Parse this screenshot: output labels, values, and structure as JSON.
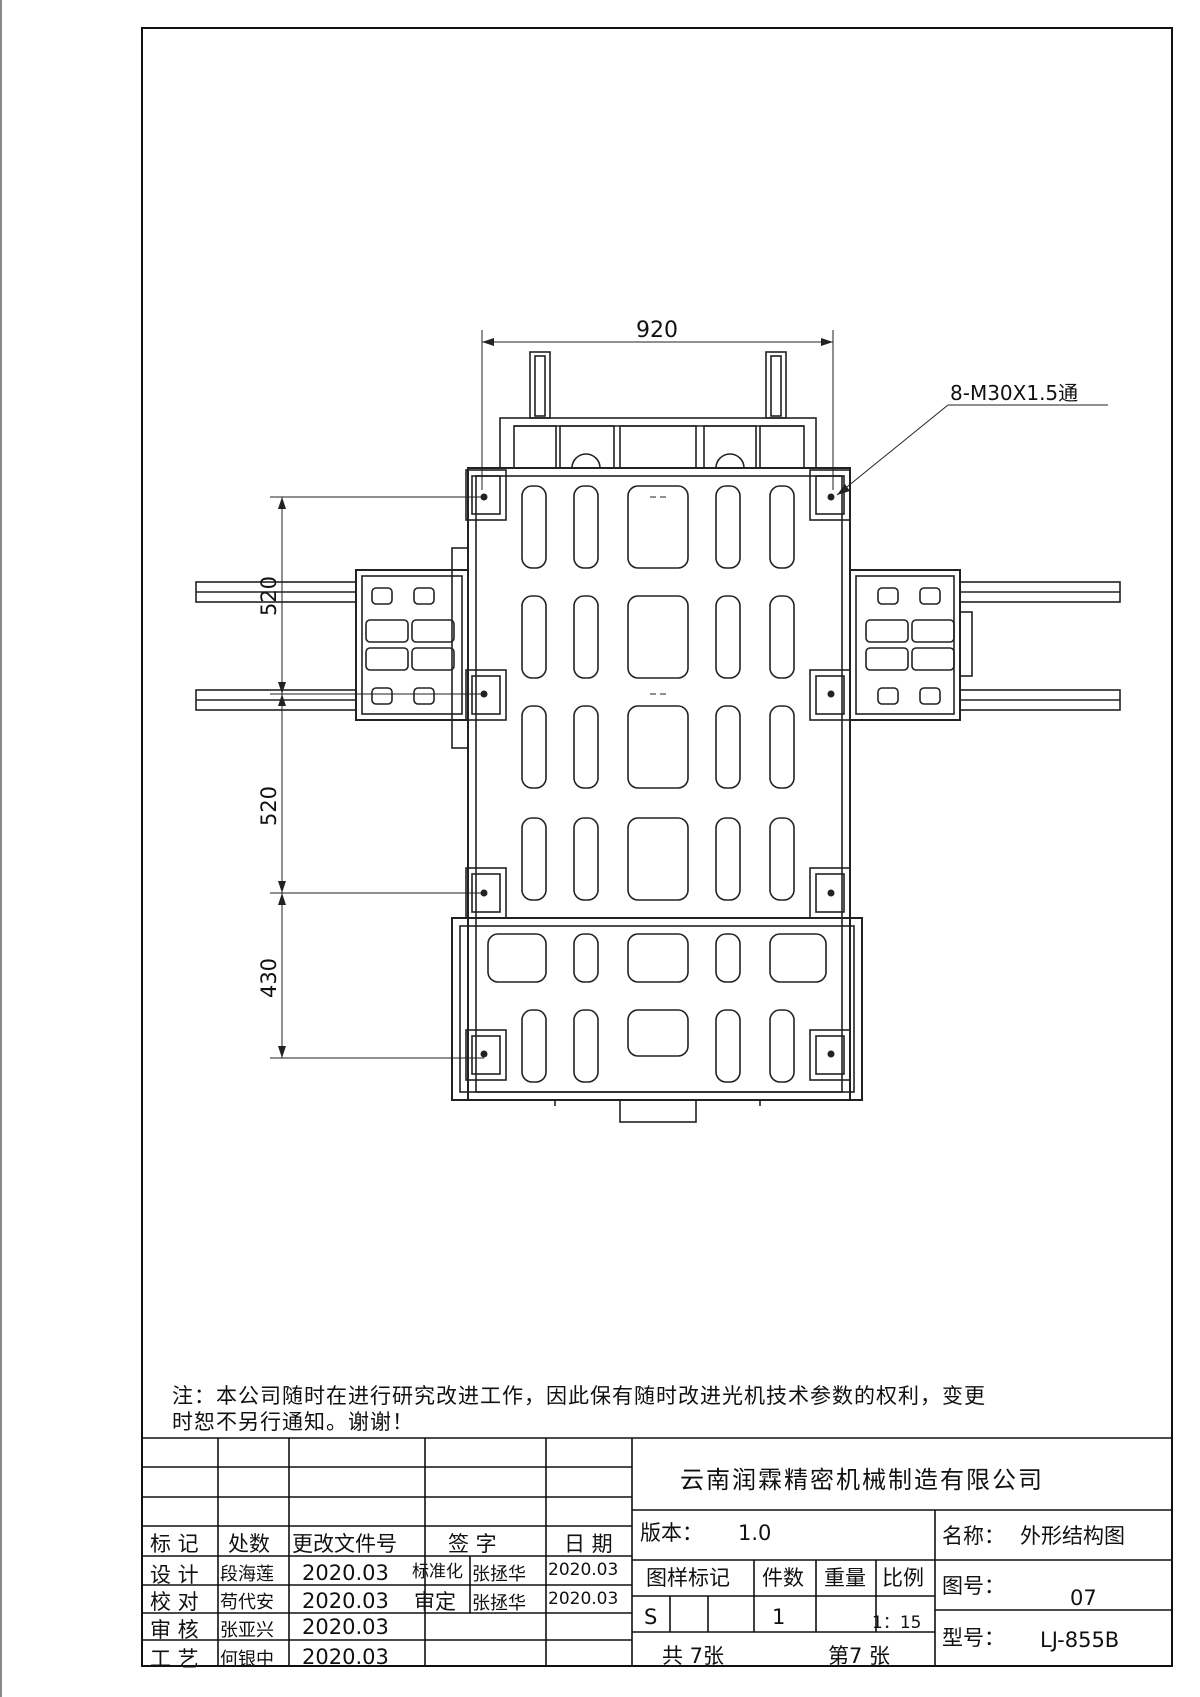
{
  "drawing": {
    "dimensions": {
      "width_top": "920",
      "hole_spec": "8-M30X1.5通",
      "spacing_1": "520",
      "spacing_2": "520",
      "spacing_3": "430"
    }
  },
  "note": {
    "line1": "注：本公司随时在进行研究改进工作，因此保有随时改进光机技术参数的权利，变更",
    "line2": "时恕不另行通知。谢谢！"
  },
  "title_block": {
    "company": "云南润霖精密机械制造有限公司",
    "headers": {
      "mark": "标 记",
      "count": "处数",
      "change_doc": "更改文件号",
      "signature": "签 字",
      "date": "日 期"
    },
    "approvals": [
      {
        "role": "设 计",
        "name": "段海莲",
        "date": "2020.03"
      },
      {
        "role": "校 对",
        "name": "苟代安",
        "date": "2020.03"
      },
      {
        "role": "审 核",
        "name": "张亚兴",
        "date": "2020.03"
      },
      {
        "role": "工 艺",
        "name": "何银中",
        "date": "2020.03"
      }
    ],
    "standardization": {
      "label": "标准化",
      "name": "张拯华",
      "date": "2020.03"
    },
    "final_review": {
      "label": "审定",
      "name": "张拯华",
      "date": "2020.03"
    },
    "version_label": "版本：",
    "version_value": "1.0",
    "name_label": "名称：",
    "name_value": "外形结构图",
    "pattern_mark": "图样标记",
    "qty": "件数",
    "weight": "重量",
    "scale": "比例",
    "pattern_value": "S",
    "qty_value": "1",
    "scale_value": "1：15",
    "total_sheets": "共 7张",
    "sheet_no": "第7 张",
    "drawing_no_label": "图号：",
    "drawing_no_value": "07",
    "model_label": "型号：",
    "model_value": "LJ-855B"
  }
}
